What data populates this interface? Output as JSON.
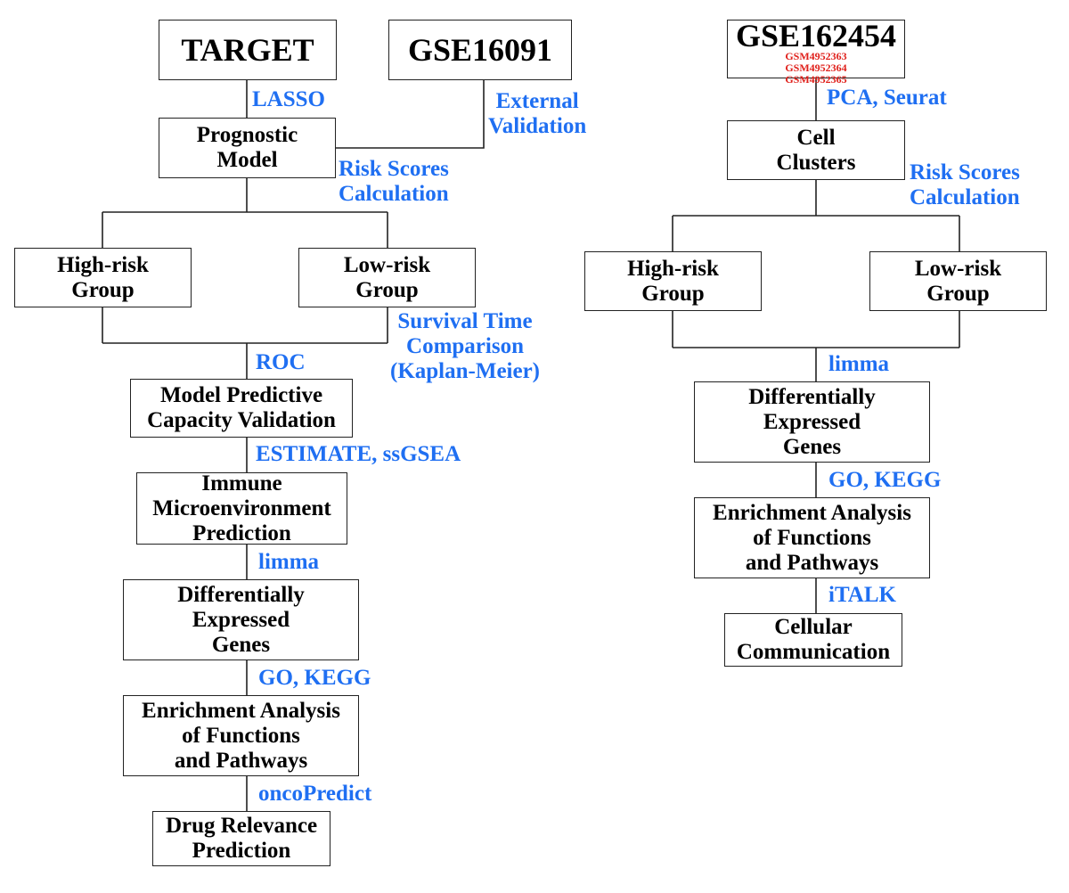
{
  "left": {
    "target_box": [
      "TARGET"
    ],
    "gse16091_box": [
      "GSE16091"
    ],
    "lasso": [
      "LASSO"
    ],
    "external_validation": [
      "External",
      "Validation"
    ],
    "prognostic_model": [
      "Prognostic",
      "Model"
    ],
    "risk_scores": [
      "Risk Scores",
      "Calculation"
    ],
    "high_risk": [
      "High-risk",
      "Group"
    ],
    "low_risk": [
      "Low-risk",
      "Group"
    ],
    "survival": [
      "Survival Time",
      "Comparison",
      "(Kaplan-Meier)"
    ],
    "roc": [
      "ROC"
    ],
    "model_validation": [
      "Model Predictive",
      "Capacity Validation"
    ],
    "estimate": [
      "ESTIMATE, ssGSEA"
    ],
    "immune": [
      "Immune",
      "Microenvironment",
      "Prediction"
    ],
    "limma": [
      "limma"
    ],
    "deg": [
      "Differentially",
      "Expressed",
      "Genes"
    ],
    "go_kegg": [
      "GO, KEGG"
    ],
    "enrichment": [
      "Enrichment Analysis",
      "of Functions",
      "and Pathways"
    ],
    "oncopredict": [
      "oncoPredict"
    ],
    "drug": [
      "Drug Relevance",
      "Prediction"
    ]
  },
  "right": {
    "gse162454_box": [
      "GSE162454"
    ],
    "gsm_ids": [
      "GSM4952363",
      "GSM4952364",
      "GSM4952365"
    ],
    "pca_seurat": [
      "PCA, Seurat"
    ],
    "cell_clusters": [
      "Cell",
      "Clusters"
    ],
    "risk_scores": [
      "Risk Scores",
      "Calculation"
    ],
    "high_risk": [
      "High-risk",
      "Group"
    ],
    "low_risk": [
      "Low-risk",
      "Group"
    ],
    "limma": [
      "limma"
    ],
    "deg": [
      "Differentially",
      "Expressed",
      "Genes"
    ],
    "go_kegg": [
      "GO, KEGG"
    ],
    "enrichment": [
      "Enrichment Analysis",
      "of Functions",
      "and Pathways"
    ],
    "italk": [
      "iTALK"
    ],
    "communication": [
      "Cellular",
      "Communication"
    ]
  },
  "colors": {
    "method_label": "#1f6ff2",
    "gsm_ids": "#e0201b",
    "line": "#222222"
  }
}
